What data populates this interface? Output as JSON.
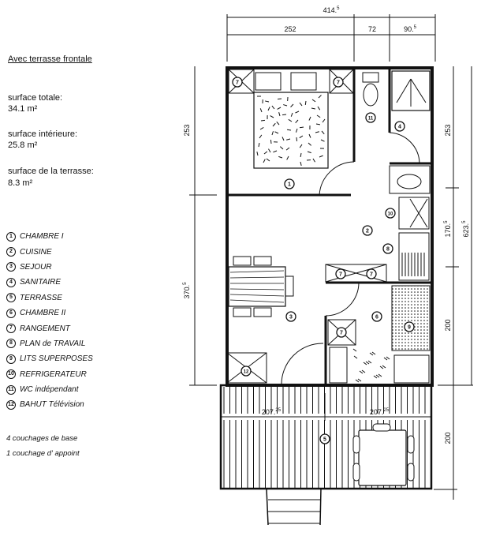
{
  "heading": "Avec terrasse frontale",
  "surfaces": [
    {
      "label": "surface totale:",
      "value": "34.1 m²"
    },
    {
      "label": "surface intérieure:",
      "value": "25.8 m²"
    },
    {
      "label": "surface de la terrasse:",
      "value": "8.3 m²"
    }
  ],
  "legend": [
    {
      "num": "1",
      "label": "CHAMBRE I"
    },
    {
      "num": "2",
      "label": "CUISINE"
    },
    {
      "num": "3",
      "label": "SEJOUR"
    },
    {
      "num": "4",
      "label": "SANITAIRE"
    },
    {
      "num": "5",
      "label": "TERRASSE"
    },
    {
      "num": "6",
      "label": "CHAMBRE II"
    },
    {
      "num": "7",
      "label": "RANGEMENT"
    },
    {
      "num": "8",
      "label": "PLAN de TRAVAIL"
    },
    {
      "num": "9",
      "label": "LITS SUPERPOSES"
    },
    {
      "num": "10",
      "label": "REFRIGERATEUR"
    },
    {
      "num": "11",
      "label": "WC indépendant"
    },
    {
      "num": "12",
      "label": "BAHUT Télévision"
    }
  ],
  "sleeping": [
    "4 couchages de base",
    "1 couchage d' appoint"
  ],
  "dimensions": {
    "total_width": {
      "main": "414.",
      "sup": "5"
    },
    "w1": {
      "main": "252",
      "sup": ""
    },
    "w2": {
      "main": "72",
      "sup": ""
    },
    "w3": {
      "main": "90.",
      "sup": "5"
    },
    "left_top": {
      "main": "253",
      "sup": ""
    },
    "left_bottom": {
      "main": "370.",
      "sup": "5"
    },
    "right_1": {
      "main": "253",
      "sup": ""
    },
    "right_2": {
      "main": "170.",
      "sup": "5"
    },
    "right_3": {
      "main": "200",
      "sup": ""
    },
    "right_4": {
      "main": "200",
      "sup": ""
    },
    "right_total": {
      "main": "623.",
      "sup": "5"
    },
    "terrace_left": {
      "main": "207.",
      "sup": "25"
    },
    "terrace_right": {
      "main": "207.",
      "sup": "25"
    }
  },
  "plan_labels": [
    "1",
    "11",
    "4",
    "10",
    "2",
    "8",
    "7",
    "7",
    "7",
    "7",
    "7",
    "3",
    "6",
    "9",
    "12",
    "5"
  ]
}
